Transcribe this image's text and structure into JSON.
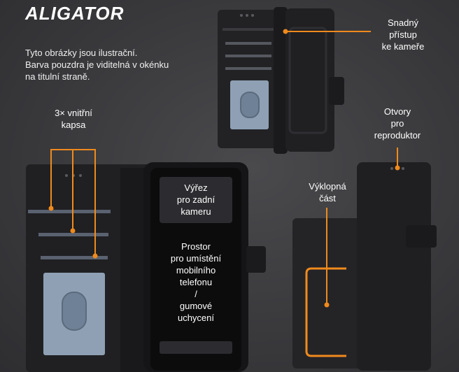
{
  "brand": {
    "logo_text": "ALIGATOR"
  },
  "note": {
    "line1": "Tyto obrázky jsou ilustrační.",
    "line2": "Barva pouzdra je viditelná v okénku",
    "line3": "na titulní straně."
  },
  "labels": {
    "camera_access": [
      "Snadný",
      "přístup",
      "ke kameře"
    ],
    "pockets": [
      "3× vnitřní",
      "kapsa"
    ],
    "speaker": [
      "Otvory",
      "pro",
      "reproduktor"
    ],
    "flip": [
      "Výklopná",
      "část"
    ],
    "rear_camera": [
      "Výřez",
      "pro zadní",
      "kameru"
    ],
    "phone_space": [
      "Prostor",
      "pro umístění",
      "mobilního",
      "telefonu",
      "/",
      "gumové",
      "uchycení"
    ]
  },
  "colors": {
    "accent": "#f08a1c",
    "case": "#1e1e20",
    "card_window": "#8fa0b4"
  }
}
